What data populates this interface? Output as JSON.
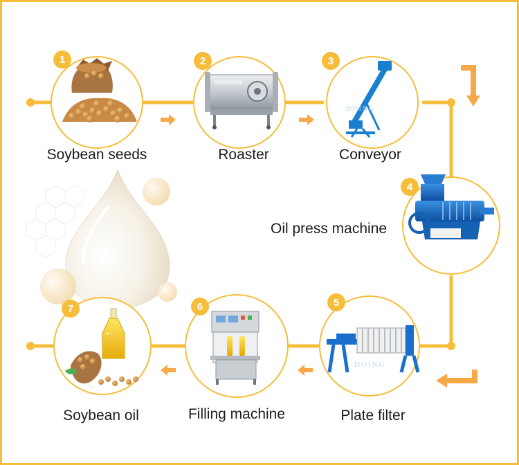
{
  "steps": [
    {
      "num": "1",
      "label": "Soybean seeds",
      "icon": "soybean-sack-icon"
    },
    {
      "num": "2",
      "label": "Roaster",
      "icon": "roaster-machine-icon"
    },
    {
      "num": "3",
      "label": "Conveyor",
      "icon": "screw-conveyor-icon"
    },
    {
      "num": "4",
      "label": "Oil press machine",
      "icon": "oil-press-icon"
    },
    {
      "num": "5",
      "label": "Plate filter",
      "icon": "plate-filter-icon"
    },
    {
      "num": "6",
      "label": "Filling machine",
      "icon": "filling-machine-icon"
    },
    {
      "num": "7",
      "label": "Soybean oil",
      "icon": "soybean-oil-bottle-icon"
    }
  ],
  "watermark": "DOING",
  "colors": {
    "accent": "#f6bd3a",
    "arrow": "#f7a948",
    "text": "#1c1c1c"
  }
}
